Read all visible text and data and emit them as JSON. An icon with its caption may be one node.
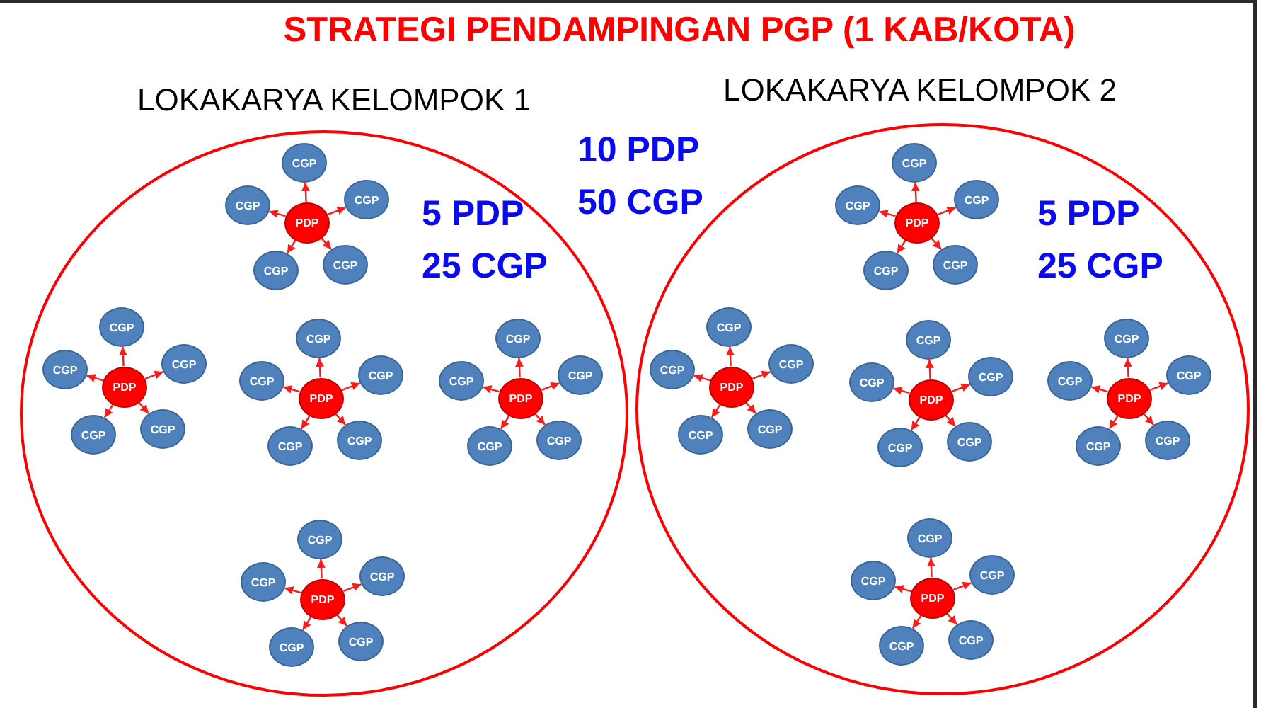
{
  "diagram": {
    "title": "STRATEGI PENDAMPINGAN PGP (1 KAB/KOTA)",
    "nodes": [
      {
        "text": [
          "LOKAKARYA KELOMPOK 1",
          "5 PDP 25 CGP"
        ]
      },
      {
        "text": [
          "PDP"
        ],
        "in": 0
      },
      {
        "text": [
          "CGP"
        ],
        "in": 0
      },
      {
        "text": [
          "CGP"
        ],
        "in": 0
      },
      {
        "text": [
          "CGP"
        ],
        "in": 0
      },
      {
        "text": [
          "CGP"
        ],
        "in": 0
      },
      {
        "text": [
          "CGP"
        ],
        "in": 0
      },
      {
        "text": [
          "PDP"
        ],
        "in": 0
      },
      {
        "text": [
          "CGP"
        ],
        "in": 0
      },
      {
        "text": [
          "CGP"
        ],
        "in": 0
      },
      {
        "text": [
          "CGP"
        ],
        "in": 0
      },
      {
        "text": [
          "CGP"
        ],
        "in": 0
      },
      {
        "text": [
          "CGP"
        ],
        "in": 0
      },
      {
        "text": [
          "PDP"
        ],
        "in": 0
      },
      {
        "text": [
          "CGP"
        ],
        "in": 0
      },
      {
        "text": [
          "CGP"
        ],
        "in": 0
      },
      {
        "text": [
          "CGP"
        ],
        "in": 0
      },
      {
        "text": [
          "CGP"
        ],
        "in": 0
      },
      {
        "text": [
          "CGP"
        ],
        "in": 0
      },
      {
        "text": [
          "PDP"
        ],
        "in": 0
      },
      {
        "text": [
          "CGP"
        ],
        "in": 0
      },
      {
        "text": [
          "CGP"
        ],
        "in": 0
      },
      {
        "text": [
          "CGP"
        ],
        "in": 0
      },
      {
        "text": [
          "CGP"
        ],
        "in": 0
      },
      {
        "text": [
          "CGP"
        ],
        "in": 0
      },
      {
        "text": [
          "PDP"
        ],
        "in": 0
      },
      {
        "text": [
          "CGP"
        ],
        "in": 0
      },
      {
        "text": [
          "CGP"
        ],
        "in": 0
      },
      {
        "text": [
          "CGP"
        ],
        "in": 0
      },
      {
        "text": [
          "CGP"
        ],
        "in": 0
      },
      {
        "text": [
          "CGP"
        ],
        "in": 0
      },
      {
        "text": [
          "LOKAKARYA KELOMPOK 2",
          "5 PDP 25 CGP"
        ]
      },
      {
        "text": [
          "PDP"
        ],
        "in": 31
      },
      {
        "text": [
          "CGP"
        ],
        "in": 31
      },
      {
        "text": [
          "CGP"
        ],
        "in": 31
      },
      {
        "text": [
          "CGP"
        ],
        "in": 31
      },
      {
        "text": [
          "CGP"
        ],
        "in": 31
      },
      {
        "text": [
          "CGP"
        ],
        "in": 31
      },
      {
        "text": [
          "PDP"
        ],
        "in": 31
      },
      {
        "text": [
          "CGP"
        ],
        "in": 31
      },
      {
        "text": [
          "CGP"
        ],
        "in": 31
      },
      {
        "text": [
          "CGP"
        ],
        "in": 31
      },
      {
        "text": [
          "CGP"
        ],
        "in": 31
      },
      {
        "text": [
          "CGP"
        ],
        "in": 31
      },
      {
        "text": [
          "PDP"
        ],
        "in": 31
      },
      {
        "text": [
          "CGP"
        ],
        "in": 31
      },
      {
        "text": [
          "CGP"
        ],
        "in": 31
      },
      {
        "text": [
          "CGP"
        ],
        "in": 31
      },
      {
        "text": [
          "CGP"
        ],
        "in": 31
      },
      {
        "text": [
          "CGP"
        ],
        "in": 31
      },
      {
        "text": [
          "PDP"
        ],
        "in": 31
      },
      {
        "text": [
          "CGP"
        ],
        "in": 31
      },
      {
        "text": [
          "CGP"
        ],
        "in": 31
      },
      {
        "text": [
          "CGP"
        ],
        "in": 31
      },
      {
        "text": [
          "CGP"
        ],
        "in": 31
      },
      {
        "text": [
          "CGP"
        ],
        "in": 31
      },
      {
        "text": [
          "PDP"
        ],
        "in": 31
      },
      {
        "text": [
          "CGP"
        ],
        "in": 31
      },
      {
        "text": [
          "CGP"
        ],
        "in": 31
      },
      {
        "text": [
          "CGP"
        ],
        "in": 31
      },
      {
        "text": [
          "CGP"
        ],
        "in": 31
      },
      {
        "text": [
          "CGP"
        ],
        "in": 31
      }
    ],
    "edges": [
      {
        "from": 1,
        "to": 2,
        "arrow": "to"
      },
      {
        "from": 1,
        "to": 3,
        "arrow": "to"
      },
      {
        "from": 1,
        "to": 4,
        "arrow": "to"
      },
      {
        "from": 1,
        "to": 5,
        "arrow": "to"
      },
      {
        "from": 1,
        "to": 6,
        "arrow": "to"
      },
      {
        "from": 7,
        "to": 8,
        "arrow": "to"
      },
      {
        "from": 7,
        "to": 9,
        "arrow": "to"
      },
      {
        "from": 7,
        "to": 10,
        "arrow": "to"
      },
      {
        "from": 7,
        "to": 11,
        "arrow": "to"
      },
      {
        "from": 7,
        "to": 12,
        "arrow": "to"
      },
      {
        "from": 13,
        "to": 14,
        "arrow": "to"
      },
      {
        "from": 13,
        "to": 15,
        "arrow": "to"
      },
      {
        "from": 13,
        "to": 16,
        "arrow": "to"
      },
      {
        "from": 13,
        "to": 17,
        "arrow": "to"
      },
      {
        "from": 13,
        "to": 18,
        "arrow": "to"
      },
      {
        "from": 19,
        "to": 20,
        "arrow": "to"
      },
      {
        "from": 19,
        "to": 21,
        "arrow": "to"
      },
      {
        "from": 19,
        "to": 22,
        "arrow": "to"
      },
      {
        "from": 19,
        "to": 23,
        "arrow": "to"
      },
      {
        "from": 19,
        "to": 24,
        "arrow": "to"
      },
      {
        "from": 25,
        "to": 26,
        "arrow": "to"
      },
      {
        "from": 25,
        "to": 27,
        "arrow": "to"
      },
      {
        "from": 25,
        "to": 28,
        "arrow": "to"
      },
      {
        "from": 25,
        "to": 29,
        "arrow": "to"
      },
      {
        "from": 25,
        "to": 30,
        "arrow": "to"
      },
      {
        "from": 32,
        "to": 33,
        "arrow": "to"
      },
      {
        "from": 32,
        "to": 34,
        "arrow": "to"
      },
      {
        "from": 32,
        "to": 35,
        "arrow": "to"
      },
      {
        "from": 32,
        "to": 36,
        "arrow": "to"
      },
      {
        "from": 32,
        "to": 37,
        "arrow": "to"
      },
      {
        "from": 38,
        "to": 39,
        "arrow": "to"
      },
      {
        "from": 38,
        "to": 40,
        "arrow": "to"
      },
      {
        "from": 38,
        "to": 41,
        "arrow": "to"
      },
      {
        "from": 38,
        "to": 42,
        "arrow": "to"
      },
      {
        "from": 38,
        "to": 43,
        "arrow": "to"
      },
      {
        "from": 44,
        "to": 45,
        "arrow": "to"
      },
      {
        "from": 44,
        "to": 46,
        "arrow": "to"
      },
      {
        "from": 44,
        "to": 47,
        "arrow": "to"
      },
      {
        "from": 44,
        "to": 48,
        "arrow": "to"
      },
      {
        "from": 44,
        "to": 49,
        "arrow": "to"
      },
      {
        "from": 50,
        "to": 51,
        "arrow": "to"
      },
      {
        "from": 50,
        "to": 52,
        "arrow": "to"
      },
      {
        "from": 50,
        "to": 53,
        "arrow": "to"
      },
      {
        "from": 50,
        "to": 54,
        "arrow": "to"
      },
      {
        "from": 50,
        "to": 55,
        "arrow": "to"
      },
      {
        "from": 56,
        "to": 57,
        "arrow": "to"
      },
      {
        "from": 56,
        "to": 58,
        "arrow": "to"
      },
      {
        "from": 56,
        "to": 59,
        "arrow": "to"
      },
      {
        "from": 56,
        "to": 60,
        "arrow": "to"
      },
      {
        "from": 56,
        "to": 61,
        "arrow": "to"
      }
    ],
    "labels": [
      "10 PDP 50 CGP"
    ]
  }
}
